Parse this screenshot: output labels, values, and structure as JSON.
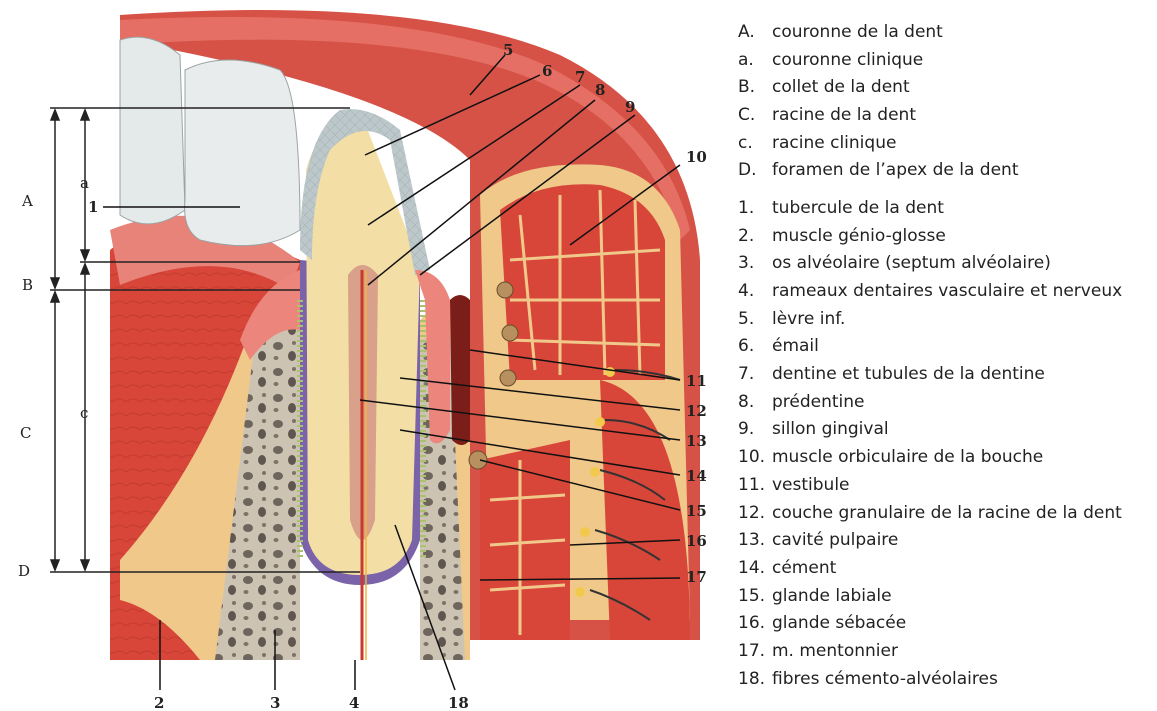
{
  "diagram": {
    "left_letters": [
      "A",
      "a",
      "B",
      "C",
      "c",
      "D"
    ],
    "tooth_number": "1",
    "callouts_top": [
      "5",
      "6",
      "7",
      "8",
      "9",
      "10"
    ],
    "callouts_right": [
      "11",
      "12",
      "13",
      "14",
      "15",
      "16",
      "17"
    ],
    "callouts_bottom": [
      "2",
      "3",
      "4",
      "18"
    ]
  },
  "legend": {
    "letters": [
      {
        "key": "A.",
        "text": "couronne de la dent"
      },
      {
        "key": "a.",
        "text": "couronne clinique"
      },
      {
        "key": "B.",
        "text": "collet de la dent"
      },
      {
        "key": "C.",
        "text": "racine de la dent"
      },
      {
        "key": "c.",
        "text": "racine clinique"
      },
      {
        "key": "D.",
        "text": "foramen de l’apex de la dent"
      }
    ],
    "numbers": [
      {
        "key": "1.",
        "text": "tubercule de la dent"
      },
      {
        "key": "2.",
        "text": "muscle génio-glosse"
      },
      {
        "key": "3.",
        "text": "os alvéolaire (septum alvéolaire)"
      },
      {
        "key": "4.",
        "text": "rameaux dentaires vasculaire et nerveux"
      },
      {
        "key": "5.",
        "text": "lèvre inf."
      },
      {
        "key": "6.",
        "text": "émail"
      },
      {
        "key": "7.",
        "text": "dentine et tubules de la dentine"
      },
      {
        "key": "8.",
        "text": "prédentine"
      },
      {
        "key": "9.",
        "text": "sillon gingival"
      },
      {
        "key": "10.",
        "text": "muscle orbiculaire de la bouche"
      },
      {
        "key": "11.",
        "text": "vestibule"
      },
      {
        "key": "12.",
        "text": "couche granulaire de la racine de la dent"
      },
      {
        "key": "13.",
        "text": "cavité pulpaire"
      },
      {
        "key": "14.",
        "text": "cément"
      },
      {
        "key": "15.",
        "text": "glande labiale"
      },
      {
        "key": "16.",
        "text": "glande sébacée"
      },
      {
        "key": "17.",
        "text": "m. mentonnier"
      },
      {
        "key": "18.",
        "text": "fibres cémento-alvéolaires"
      }
    ]
  },
  "colors": {
    "muscle": "#d8463a",
    "muscle_dark": "#b8322a",
    "gum": "#e8706a",
    "bone": "#f0c98a",
    "cancellous": "#c9bfae",
    "enamel": "#b9c4c6",
    "dentin": "#f3dfa6",
    "pulp": "#d9a08a",
    "cementum": "#7a63a8",
    "teeth": "#e8ecec"
  }
}
